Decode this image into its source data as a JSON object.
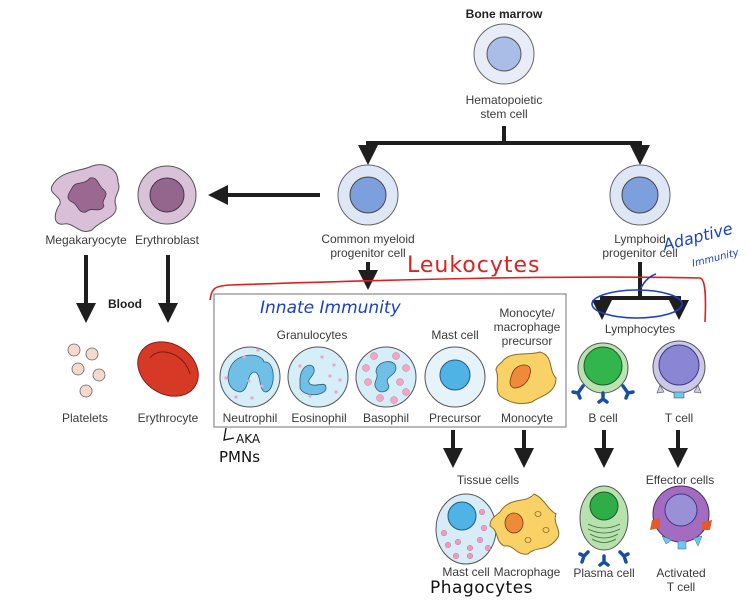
{
  "header": {
    "title": "Bone marrow",
    "blood_label": "Blood"
  },
  "stem": {
    "label_line1": "Hematopoietic",
    "label_line2": "stem cell"
  },
  "progenitors": {
    "myeloid_line1": "Common myeloid",
    "myeloid_line2": "progenitor cell",
    "lymphoid_line1": "Lymphoid",
    "lymphoid_line2": "progenitor cell"
  },
  "erythroid": {
    "megakaryocyte": "Megakaryocyte",
    "erythroblast": "Erythroblast",
    "platelets": "Platelets",
    "erythrocyte": "Erythrocyte"
  },
  "myeloid_box": {
    "granulocytes_header": "Granulocytes",
    "mast_header": "Mast cell",
    "mono_header_line1": "Monocyte/",
    "mono_header_line2": "macrophage",
    "mono_header_line3": "precursor",
    "cells": [
      "Neutrophil",
      "Eosinophil",
      "Basophil",
      "Precursor",
      "Monocyte"
    ]
  },
  "lymphoid": {
    "header": "Lymphocytes",
    "b_cell": "B cell",
    "t_cell": "T cell",
    "effector_header": "Effector cells",
    "plasma_cell": "Plasma cell",
    "activated_line1": "Activated",
    "activated_line2": "T cell"
  },
  "tissue": {
    "header": "Tissue cells",
    "mast_cell": "Mast cell",
    "macrophage": "Macrophage"
  },
  "annotations": {
    "leukocytes": "Leukocytes",
    "innate": "Innate Immunity",
    "adaptive_line1": "Adaptive",
    "adaptive_line2": "Immunity",
    "aka_line1": "AKA",
    "aka_line2": "PMNs",
    "phagocytes": "Phagocytes",
    "red_color": "#e02020",
    "blue_color": "#1a3fd0",
    "black_color": "#111111"
  }
}
